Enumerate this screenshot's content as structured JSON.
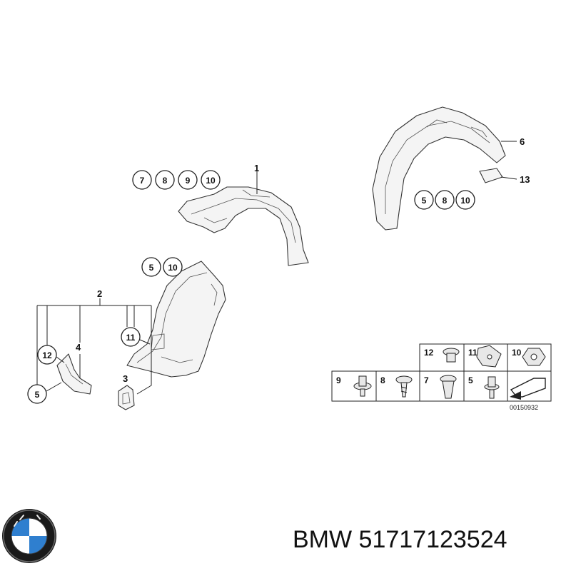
{
  "diagram": {
    "parts": {
      "p1": "1",
      "p2": "2",
      "p3": "3",
      "p4": "4",
      "p5": "5",
      "p6": "6",
      "p11": "11",
      "p12": "12",
      "p13": "13"
    },
    "groups": {
      "g_upper": [
        "7",
        "8",
        "9",
        "10"
      ],
      "g_mid": [
        "5",
        "10"
      ],
      "g_right": [
        "5",
        "8",
        "10"
      ]
    },
    "hardware_legend": {
      "row1": [
        "12",
        "11",
        "10"
      ],
      "row2": [
        "9",
        "8",
        "7",
        "5"
      ],
      "catalog_number": "00150932"
    }
  },
  "footer": {
    "brand_part": "BMW 51717123524"
  },
  "colors": {
    "line": "#222222",
    "part_fill": "#f4f4f4",
    "logo_blue": "#2f7fcf",
    "logo_ring": "#1a1a1a"
  }
}
